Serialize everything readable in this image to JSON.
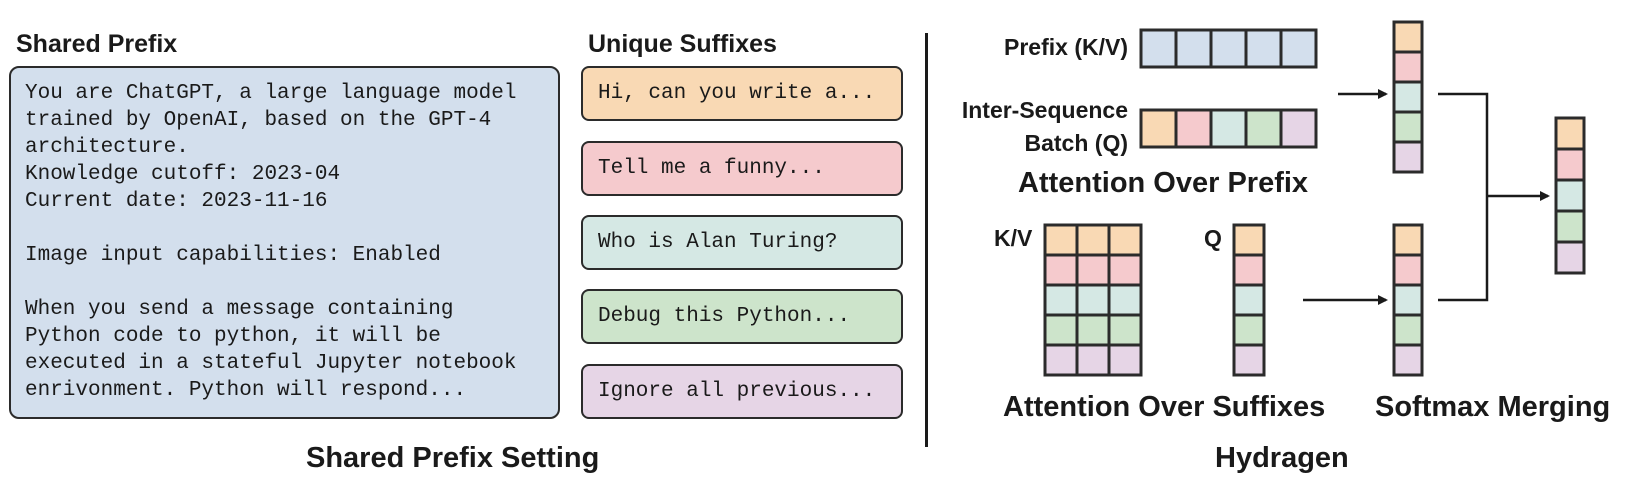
{
  "left": {
    "shared_prefix_heading": "Shared Prefix",
    "unique_suffixes_heading": "Unique Suffixes",
    "prefix_text": "You are ChatGPT, a large language model\ntrained by OpenAI, based on the GPT-4\narchitecture.\nKnowledge cutoff: 2023-04\nCurrent date: 2023-11-16\n\nImage input capabilities: Enabled\n\nWhen you send a message containing\nPython code to python, it will be\nexecuted in a stateful Jupyter notebook\nenrivonment. Python will respond...",
    "suffixes": [
      {
        "text": "Hi, can you write a...",
        "color": "#f9d9b4"
      },
      {
        "text": "Tell me a funny...",
        "color": "#f5cacd"
      },
      {
        "text": "Who is Alan Turing?",
        "color": "#d5e8e4"
      },
      {
        "text": "Debug this Python...",
        "color": "#cde4cb"
      },
      {
        "text": "Ignore all previous...",
        "color": "#e6d5e6"
      }
    ],
    "caption": "Shared Prefix Setting"
  },
  "right": {
    "prefix_kv_label": "Prefix (K/V)",
    "batch_label_line1": "Inter-Sequence",
    "batch_label_line2": "Batch (Q)",
    "attention_prefix_title": "Attention Over Prefix",
    "kv_label": "K/V",
    "q_label": "Q",
    "attention_suffixes_title": "Attention Over Suffixes",
    "softmax_title": "Softmax Merging",
    "caption": "Hydragen"
  },
  "colors": {
    "prefix_blue": "#d3dfed",
    "orange": "#f9d9b4",
    "pink": "#f5cacd",
    "teal": "#d5e8e4",
    "green": "#cde4cb",
    "purple": "#e6d5e6",
    "outline": "#2b2b2b"
  }
}
